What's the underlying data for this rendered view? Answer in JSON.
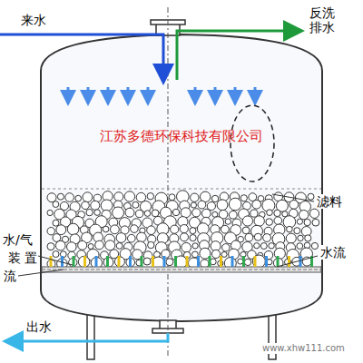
{
  "diagram": {
    "labels": [
      "来水",
      "反洗 排水",
      "江苏多德环保科技有限公司",
      "滤料",
      "水/气",
      "装 置",
      "水流",
      "流",
      "出水",
      "www.xhw111.com"
    ]
  }
}
